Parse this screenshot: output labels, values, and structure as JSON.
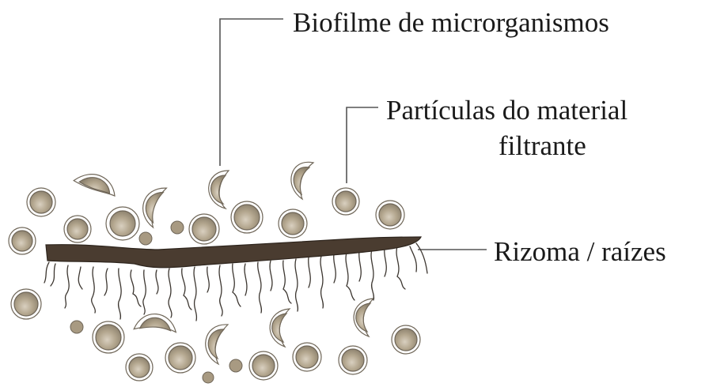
{
  "labels": {
    "biofilm": "Biofilme de microrganismos",
    "particles_line1": "Partículas do material",
    "particles_line2": "filtrante",
    "rhizome": "Rizoma / raízes"
  },
  "colors": {
    "particle_fill": "#a89a82",
    "particle_highlight": "#d9d0c0",
    "particle_outline": "#6f6658",
    "biofilm_ring": "#ffffff",
    "rhizome": "#4a3c30",
    "roots": "#3c3630",
    "leader_line": "#555555"
  }
}
